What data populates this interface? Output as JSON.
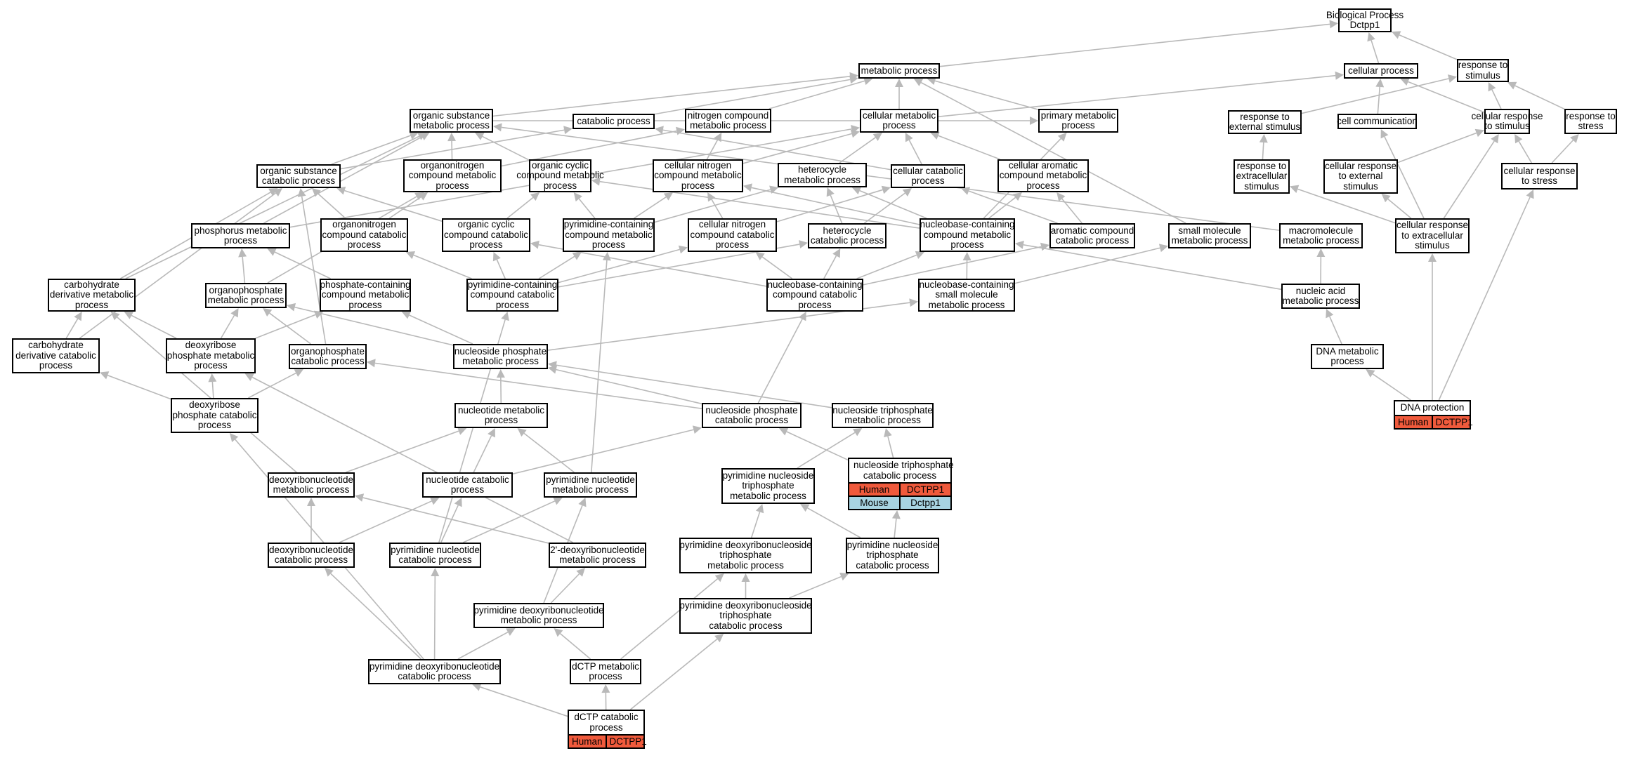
{
  "colors": {
    "human": "#f05a3c",
    "mouse": "#a8d4e2",
    "edge": "#b9b9b9",
    "border": "#000000"
  },
  "nodes": {
    "bp": "Biological Process\nDctpp1",
    "metab": "metabolic process",
    "cellproc": "cellular process",
    "respstim": "response to\nstimulus",
    "orgsub_met": "organic substance\nmetabolic process",
    "catab": "catabolic process",
    "nitro_met": "nitrogen compound\nmetabolic process",
    "cell_met": "cellular metabolic\nprocess",
    "prim_met": "primary metabolic\nprocess",
    "resp_ext": "response to\nexternal stimulus",
    "cellcomm": "cell communication",
    "cell_resp_stim": "cellular response\nto stimulus",
    "resp_stress": "response to\nstress",
    "orgsub_cat": "organic substance\ncatabolic process",
    "orgnitro_met": "organonitrogen\ncompound metabolic\nprocess",
    "orgcyc_met": "organic cyclic\ncompound metabolic\nprocess",
    "cellnitro_met": "cellular nitrogen\ncompound metabolic\nprocess",
    "hetero_met": "heterocycle\nmetabolic process",
    "cell_cat": "cellular catabolic\nprocess",
    "cellarom_met": "cellular aromatic\ncompound metabolic\nprocess",
    "resp_extracell": "response to\nextracellular\nstimulus",
    "cell_resp_ext": "cellular response\nto external\nstimulus",
    "cell_resp_stress": "cellular response\nto stress",
    "phos_met": "phosphorus metabolic\nprocess",
    "orgnitro_cat": "organonitrogen\ncompound catabolic\nprocess",
    "orgcyc_cat": "organic cyclic\ncompound catabolic\nprocess",
    "pyr_cont_met": "pyrimidine-containing\ncompound metabolic\nprocess",
    "cellnitro_cat": "cellular nitrogen\ncompound catabolic\nprocess",
    "hetero_cat": "heterocycle\ncatabolic process",
    "nucbase_met": "nucleobase-containing\ncompound metabolic\nprocess",
    "arom_cat": "aromatic compound\ncatabolic process",
    "smallmol_met": "small molecule\nmetabolic process",
    "macromol_met": "macromolecule\nmetabolic process",
    "cell_resp_extracell": "cellular response\nto extracellular\nstimulus",
    "carb_der_met": "carbohydrate\nderivative metabolic\nprocess",
    "orgphos_met": "organophosphate\nmetabolic process",
    "phos_cont_met": "phosphate-containing\ncompound metabolic\nprocess",
    "pyr_cont_cat": "pyrimidine-containing\ncompound catabolic\nprocess",
    "nucbase_cat": "nucleobase-containing\ncompound catabolic\nprocess",
    "nucbase_small": "nucleobase-containing\nsmall molecule\nmetabolic process",
    "nucacid_met": "nucleic acid\nmetabolic process",
    "carb_der_cat": "carbohydrate\nderivative catabolic\nprocess",
    "deoxyribose_met": "deoxyribose\nphosphate metabolic\nprocess",
    "orgphos_cat": "organophosphate\ncatabolic process",
    "nucphos_met": "nucleoside phosphate\nmetabolic process",
    "dna_met": "DNA metabolic\nprocess",
    "deoxyribose_cat": "deoxyribose\nphosphate catabolic\nprocess",
    "nucleotide_met": "nucleotide metabolic\nprocess",
    "nucphos_cat": "nucleoside phosphate\ncatabolic process",
    "nuctriphos_met": "nucleoside triphosphate\nmetabolic process",
    "deoxyribonuc_met": "deoxyribonucleotide\nmetabolic process",
    "nucleotide_cat": "nucleotide catabolic\nprocess",
    "pyr_nuc_met": "pyrimidine nucleotide\nmetabolic process",
    "pyr_nucside_triphos_met": "pyrimidine nucleoside\ntriphosphate\nmetabolic process",
    "deoxyribonuc_cat": "deoxyribonucleotide\ncatabolic process",
    "pyr_nuc_cat": "pyrimidine nucleotide\ncatabolic process",
    "deoxy2_met": "2'-deoxyribonucleotide\nmetabolic process",
    "pyr_deoxy_triphos_met": "pyrimidine deoxyribonucleoside\ntriphosphate\nmetabolic process",
    "pyr_nucside_triphos_cat": "pyrimidine nucleoside\ntriphosphate\ncatabolic process",
    "pyr_deoxynuc_met": "pyrimidine deoxyribonucleotide\nmetabolic process",
    "pyr_deoxy_triphos_cat": "pyrimidine deoxyribonucleoside\ntriphosphate\ncatabolic process",
    "pyr_deoxynuc_cat": "pyrimidine deoxyribonucleotide\ncatabolic process",
    "dctp_met": "dCTP metabolic\nprocess"
  },
  "annotated": {
    "dna_prot": {
      "title": "DNA protection",
      "rows": [
        {
          "species": "Human",
          "gene": "DCTPP1",
          "color": "#f05a3c"
        }
      ]
    },
    "nuctriphos_cat": {
      "title": "nucleoside triphosphate\ncatabolic process",
      "rows": [
        {
          "species": "Human",
          "gene": "DCTPP1",
          "color": "#f05a3c"
        },
        {
          "species": "Mouse",
          "gene": "Dctpp1",
          "color": "#a8d4e2"
        }
      ]
    },
    "dctp_cat": {
      "title": "dCTP catabolic\nprocess",
      "rows": [
        {
          "species": "Human",
          "gene": "DCTPP1",
          "color": "#f05a3c"
        }
      ]
    }
  }
}
